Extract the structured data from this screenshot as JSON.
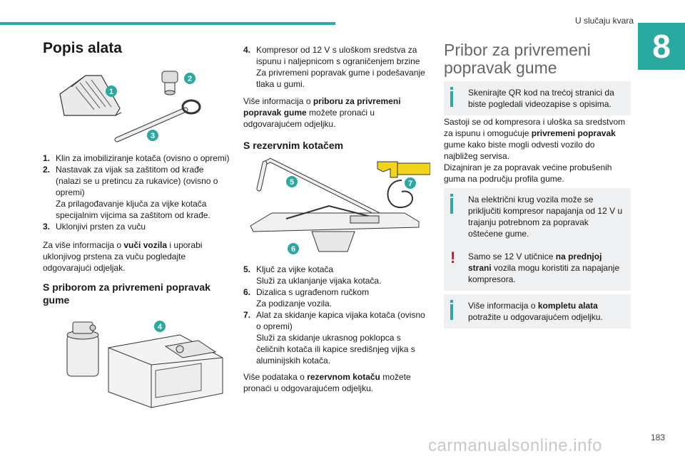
{
  "header": {
    "section_title": "U slučaju kvara",
    "chapter_number": "8"
  },
  "col1": {
    "title": "Popis alata",
    "callouts": [
      "1",
      "2",
      "3",
      "4"
    ],
    "items": [
      {
        "num": "1.",
        "lines": [
          "Klin za imobiliziranje kotača (ovisno o opremi)"
        ]
      },
      {
        "num": "2.",
        "lines": [
          "Nastavak za vijak sa zaštitom od krađe (nalazi se u pretincu za rukavice) (ovisno o opremi)",
          "Za prilagođavanje ključa za vijke kotača specijalnim vijcima sa zaštitom od krađe."
        ]
      },
      {
        "num": "3.",
        "lines": [
          "Uklonjivi prsten za vuču"
        ]
      }
    ],
    "para_a": "Za više informacija o ",
    "para_b": "vuči vozila",
    "para_c": " i uporabi uklonjivog prstena za vuču pogledajte odgovarajući odjeljak.",
    "subtitle": "S priborom za privremeni popravak gume"
  },
  "col2": {
    "item4_num": "4.",
    "item4_text": "Kompresor od 12 V s uloškom sredstva za ispunu i naljepnicom s ograničenjem brzine Za privremeni popravak gume i podešavanje tlaka u gumi.",
    "para1_a": "Više informacija o ",
    "para1_b": "priboru za privremeni popravak gume",
    "para1_c": " možete pronaći u odgovarajućem odjeljku.",
    "subtitle": "S rezervnim kotačem",
    "callouts": [
      "5",
      "6",
      "7"
    ],
    "items": [
      {
        "num": "5.",
        "lines": [
          "Ključ za vijke kotača",
          "Služi za uklanjanje vijaka kotača."
        ]
      },
      {
        "num": "6.",
        "lines": [
          "Dizalica s ugrađenom ručkom",
          "Za podizanje vozila."
        ]
      },
      {
        "num": "7.",
        "lines": [
          "Alat za skidanje kapica vijaka kotača (ovisno o opremi)",
          "Služi za skidanje ukrasnog poklopca s čeličnih kotača ili kapice središnjeg vijka s aluminijskih kotača."
        ]
      }
    ],
    "para2_a": "Više podataka o ",
    "para2_b": "rezervnom kotaču",
    "para2_c": " možete pronaći u odgovarajućem odjeljku."
  },
  "col3": {
    "title": "Pribor za privremeni popravak gume",
    "box1": "Skenirajte QR kod na trećoj stranici da biste pogledali videozapise s opisima.",
    "para_a": "Sastoji se od kompresora i uloška sa sredstvom za ispunu i omogućuje ",
    "para_b": "privremeni popravak",
    "para_c": " gume kako biste mogli odvesti vozilo do najbližeg servisa.",
    "para_d": "Dizajniran je za popravak većine probušenih guma na području profila gume.",
    "box2": "Na električni krug vozila može se priključiti kompresor napajanja od 12 V u trajanju potrebnom za popravak oštećene gume.",
    "box3_a": "Samo se 12 V utičnice ",
    "box3_b": "na prednjoj strani",
    "box3_c": " vozila mogu koristiti za napajanje kompresora.",
    "box4_a": "Više informacija o ",
    "box4_b": "kompletu alata",
    "box4_c": " potražite u odgovarajućem odjeljku."
  },
  "footer": {
    "page_number": "183",
    "watermark": "carmanualsonline.info"
  },
  "colors": {
    "accent": "#2aa9a0",
    "warning": "#d0102a",
    "box_bg": "#eef0f2"
  }
}
